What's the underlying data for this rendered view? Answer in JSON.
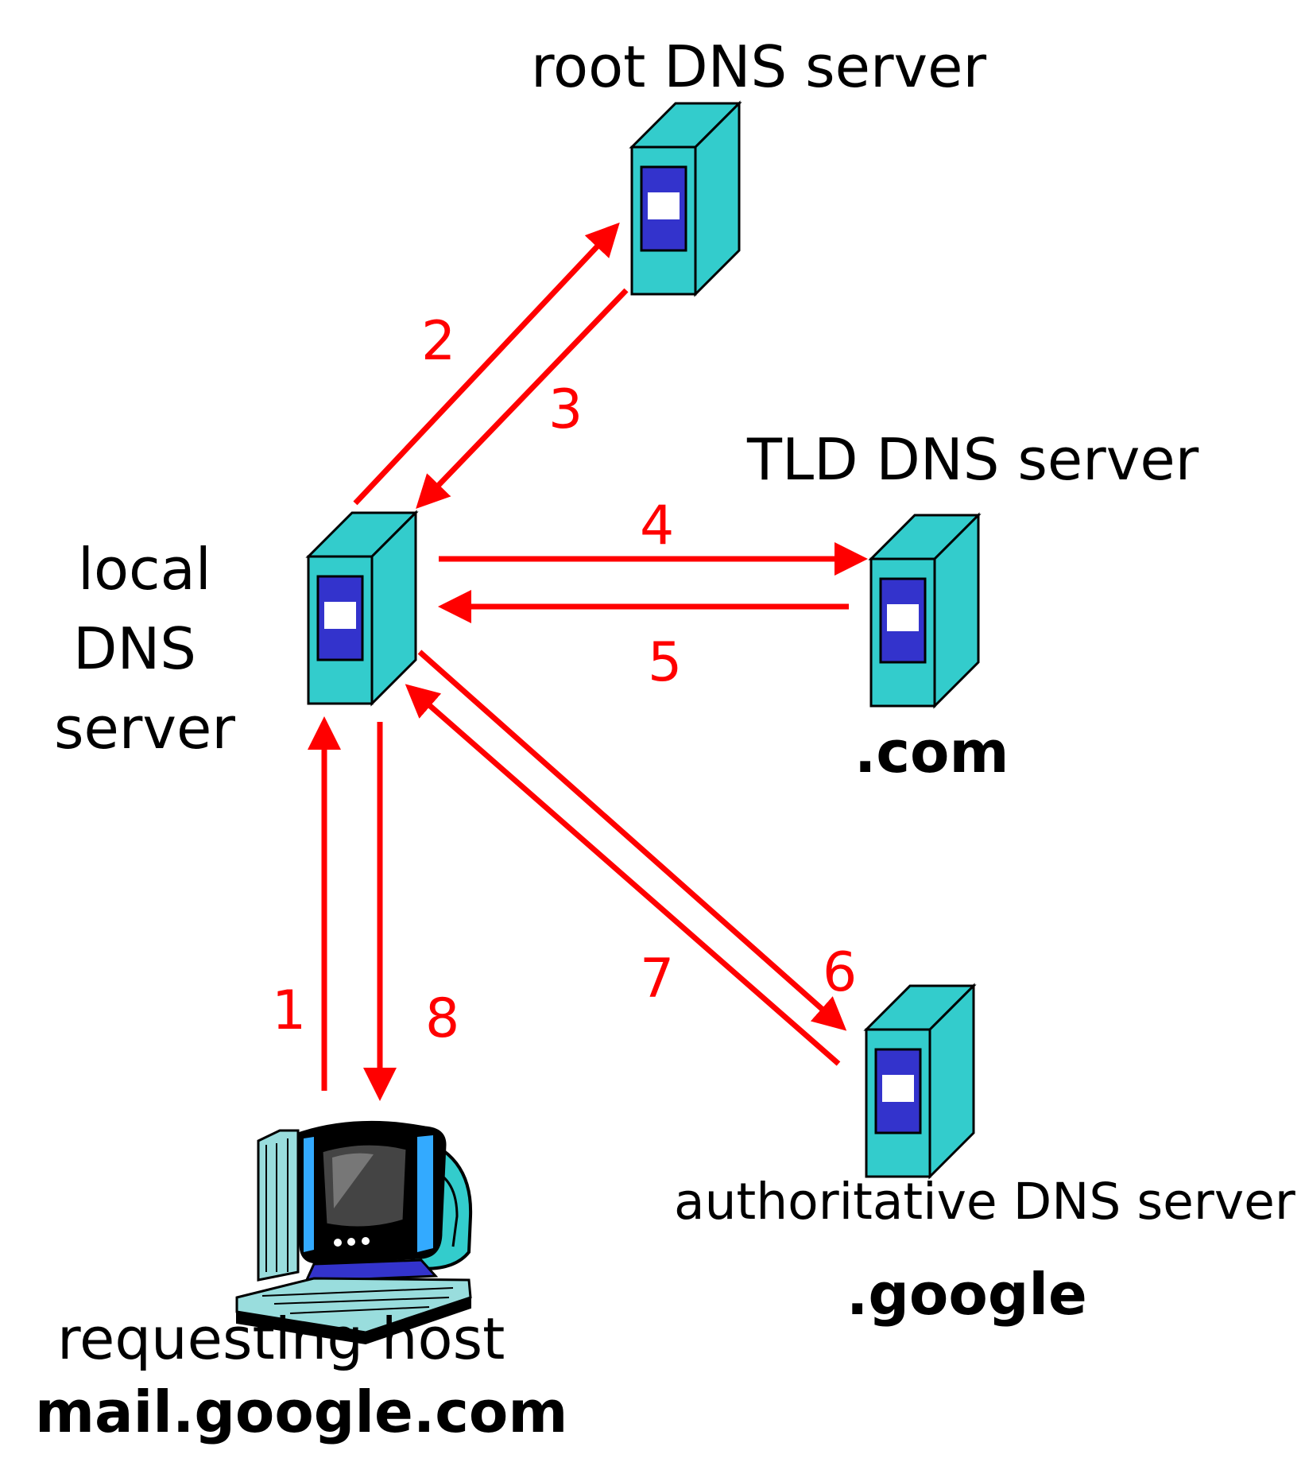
{
  "nodes": {
    "root": {
      "label": "root DNS server"
    },
    "tld": {
      "label": "TLD DNS server",
      "domain": ".com"
    },
    "local": {
      "label_lines": [
        "local",
        "DNS",
        "server"
      ]
    },
    "authoritative": {
      "label": "authoritative DNS server",
      "domain": ".google"
    },
    "host": {
      "label": "requesting host",
      "hostname": "mail.google.com"
    }
  },
  "steps": [
    "1",
    "2",
    "3",
    "4",
    "5",
    "6",
    "7",
    "8"
  ],
  "colors": {
    "arrow": "#ff0000",
    "server_body": "#33cccc",
    "server_panel": "#3333cc",
    "server_window": "#ffffff"
  },
  "icons": [
    "server-icon",
    "desktop-computer-icon"
  ]
}
